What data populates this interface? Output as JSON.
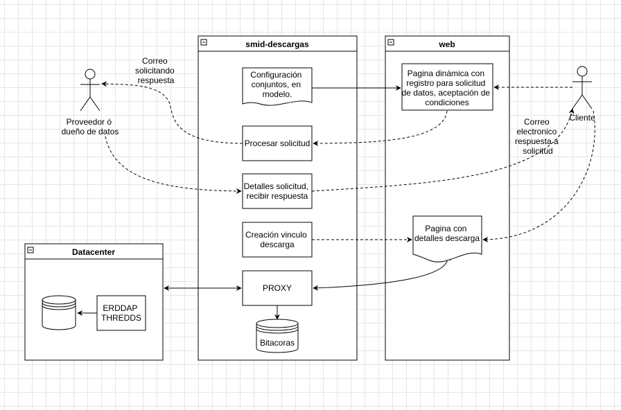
{
  "containers": {
    "smid": {
      "title": "smid-descargas"
    },
    "web": {
      "title": "web"
    },
    "datacenter": {
      "title": "Datacenter"
    }
  },
  "nodes": {
    "config": [
      "Configuración",
      "conjuntos, en",
      "modelo."
    ],
    "procesar": [
      "Procesar solicitud"
    ],
    "detalles": [
      "Detalles solicitud,",
      "recibir respuesta"
    ],
    "creacion": [
      "Creación vinculo",
      "descarga"
    ],
    "proxy": [
      "PROXY"
    ],
    "bitacoras": [
      "Bitacoras"
    ],
    "pagina_dinamica": [
      "Pagina dinámica con",
      "registro para solicitud",
      "de datos, aceptación de",
      "condiciones"
    ],
    "pagina_detalles": [
      "Pagina con",
      "detalles descarga"
    ],
    "erddap": [
      "ERDDAP",
      "THREDDS"
    ]
  },
  "actors": {
    "proveedor": [
      "Proveedor ó",
      "dueño de datos"
    ],
    "cliente": [
      "Cliente"
    ]
  },
  "edge_labels": {
    "correo_solicitando": [
      "Correo",
      "solicitando",
      "respuesta"
    ],
    "correo_electronico": [
      "Correo",
      "electronico",
      "respuesta a",
      "solicitud"
    ]
  }
}
